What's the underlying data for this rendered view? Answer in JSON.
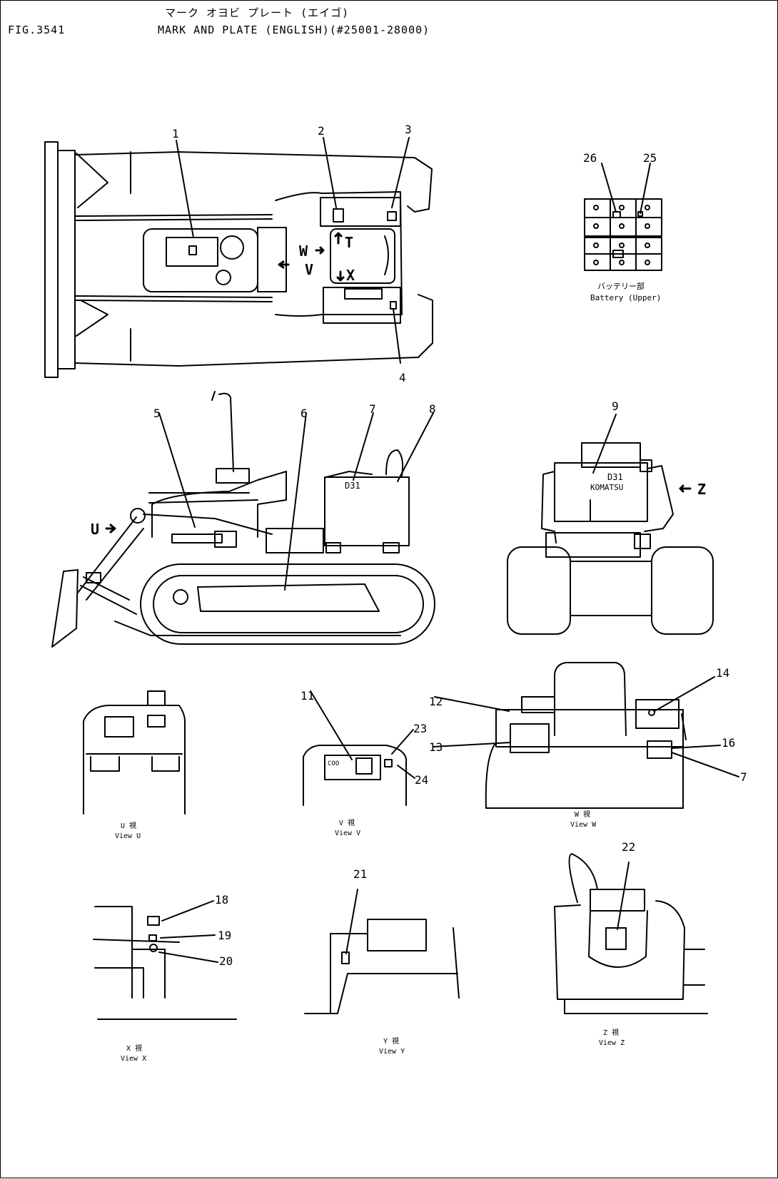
{
  "header": {
    "fig_number": "FIG.3541",
    "title_jp": "マーク オヨビ プレート (エイゴ)",
    "title_en": "MARK AND PLATE (ENGLISH)(#25001-28000)"
  },
  "callouts": [
    "1",
    "2",
    "3",
    "4",
    "5",
    "6",
    "7",
    "8",
    "9",
    "11",
    "12",
    "13",
    "14",
    "16",
    "7",
    "18",
    "19",
    "20",
    "21",
    "22",
    "23",
    "24",
    "25",
    "26"
  ],
  "view_markers": [
    "W",
    "V",
    "T",
    "X",
    "U",
    "Z"
  ],
  "plates": {
    "model_text_side": "D31",
    "model_text_rear": "D31",
    "brand_text_rear": "KOMATSU",
    "panel_text": "COO"
  },
  "battery": {
    "label_jp": "バッテリー部",
    "label_en": "Battery (Upper)"
  },
  "views": [
    {
      "jp": "U 視",
      "en": "View U"
    },
    {
      "jp": "V 視",
      "en": "View V"
    },
    {
      "jp": "W 視",
      "en": "View W"
    },
    {
      "jp": "X 視",
      "en": "View X"
    },
    {
      "jp": "Y 視",
      "en": "View Y"
    },
    {
      "jp": "Z 視",
      "en": "View Z"
    }
  ]
}
